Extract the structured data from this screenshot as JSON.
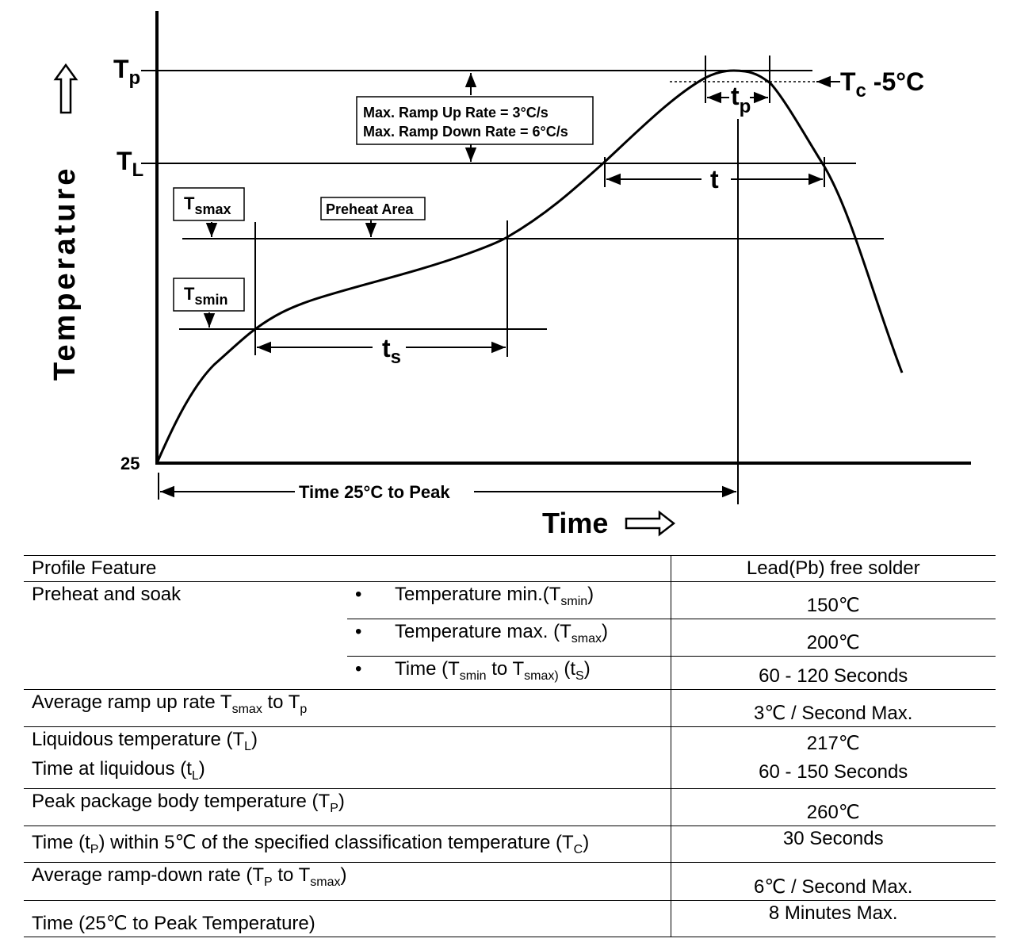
{
  "diagram": {
    "y_axis_label": "Temperature",
    "x_axis_label": "Time",
    "origin_label": "25",
    "tp_label": "T",
    "tp_sub": "p",
    "tl_label": "T",
    "tl_sub": "L",
    "tc_label": "T",
    "tc_sub": "c",
    "tc_suffix": " -5°C",
    "tp_time_label": "t",
    "tp_time_sub": "p",
    "t_label": "t",
    "ts_label": "t",
    "ts_sub": "s",
    "ramp_up": "Max. Ramp Up Rate = 3°C/s",
    "ramp_down": "Max. Ramp Down Rate = 6°C/s",
    "tsmax_label": "T",
    "tsmax_sub": "smax",
    "tsmin_label": "T",
    "tsmin_sub": "smin",
    "preheat_area": "Preheat Area",
    "time_to_peak": "Time 25°C to Peak"
  },
  "table": {
    "header": {
      "feature": "Profile Feature",
      "value": "Lead(Pb) free solder"
    },
    "preheat": {
      "label": "Preheat and soak",
      "bullet": "•",
      "tmin_text": "Temperature min.(T",
      "tmin_sub": "smin",
      "tmin_end": ")",
      "tmin_value": "150℃",
      "tmax_text": "Temperature max. (T",
      "tmax_sub": "smax",
      "tmax_end": ")",
      "tmax_value": "200℃",
      "time_text": "Time (T",
      "time_sub1": "smin",
      "time_mid": " to T",
      "time_sub2": "smax)",
      "time_end": " (t",
      "time_sub3": "S",
      "time_close": ")",
      "time_value": "60 - 120 Seconds"
    },
    "ramp_up": {
      "text": "Average ramp up rate T",
      "sub1": "smax",
      "mid": " to T",
      "sub2": "p",
      "value": "3℃ / Second Max."
    },
    "liquidous": {
      "line1": "Liquidous temperature (T",
      "sub1": "L",
      "end1": ")",
      "line2": "Time at liquidous (t",
      "sub2": "L",
      "end2": ")",
      "value1": "217℃",
      "value2": "60 - 150 Seconds"
    },
    "peak": {
      "text": "Peak package body temperature (T",
      "sub": "P",
      "end": ")",
      "value": "260℃"
    },
    "time_within": {
      "text": "Time (t",
      "sub1": "P",
      "mid": ") within 5℃ of the specified classification temperature (T",
      "sub2": "C",
      "end": ")",
      "value": "30 Seconds"
    },
    "ramp_down": {
      "text": "Average ramp-down rate (T",
      "sub1": "P",
      "mid": " to T",
      "sub2": "smax",
      "end": ")",
      "value": "6℃ / Second Max."
    },
    "time_peak": {
      "text": "Time (25℃ to Peak Temperature)",
      "value": "8 Minutes Max."
    }
  }
}
